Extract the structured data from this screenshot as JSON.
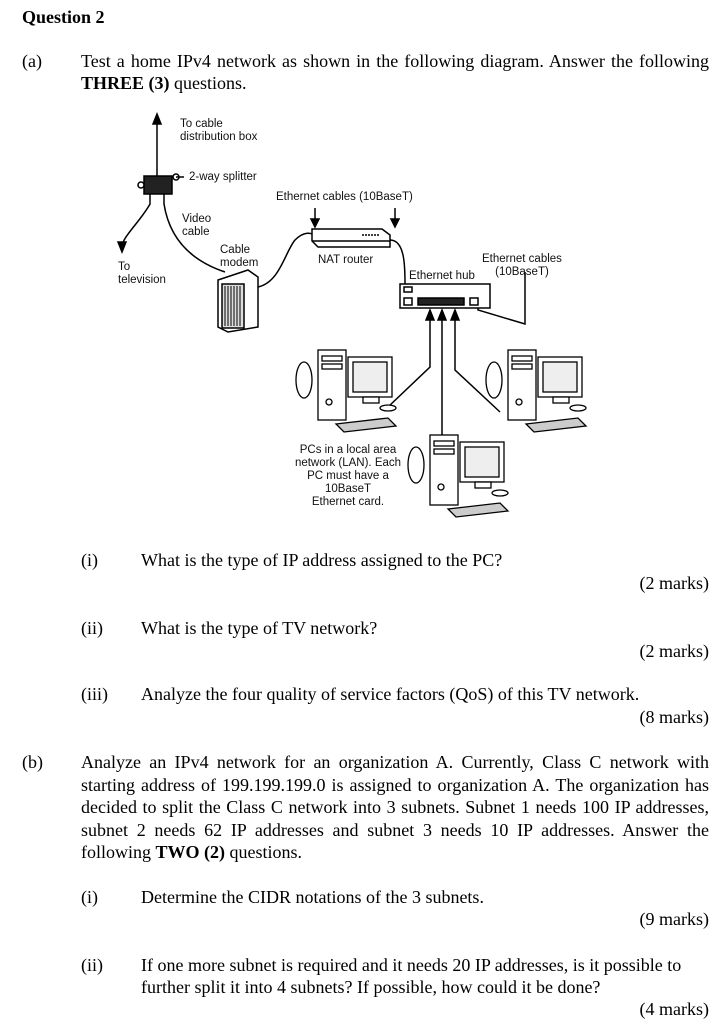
{
  "question_title": "Question 2",
  "part_a": {
    "label": "(a)",
    "intro_1": "Test a home IPv4 network as shown in the following diagram. Answer the following ",
    "intro_bold": "THREE (3)",
    "intro_2": " questions.",
    "diagram": {
      "to_cable_box": "To cable",
      "to_cable_box_2": "distribution box",
      "splitter": "2-way splitter",
      "video_cable": "Video",
      "video_cable_2": "cable",
      "cable_modem": "Cable",
      "cable_modem_2": "modem",
      "to_tv": "To",
      "to_tv_2": "television",
      "eth_cables_top": "Ethernet cables (10BaseT)",
      "nat_router": "NAT router",
      "eth_hub": "Ethernet hub",
      "eth_cables_right": "Ethernet cables",
      "eth_cables_right_2": "(10BaseT)",
      "pcs_lines": [
        "PCs in a local area",
        "network (LAN). Each",
        "PC must have a",
        "10BaseT",
        "Ethernet card."
      ]
    },
    "questions": [
      {
        "num": "(i)",
        "text": "What is the type of IP address assigned to the PC?",
        "marks": "(2 marks)"
      },
      {
        "num": "(ii)",
        "text": "What is the type of TV network?",
        "marks": "(2 marks)"
      },
      {
        "num": "(iii)",
        "text": "Analyze the four quality of service factors (QoS) of this TV network.",
        "marks": "(8 marks)"
      }
    ]
  },
  "part_b": {
    "label": "(b)",
    "intro_1": "Analyze an IPv4 network for an organization A. Currently, Class C network with starting address of 199.199.199.0 is assigned to organization A. The organization has decided to split the Class C network into 3 subnets. Subnet 1 needs 100 IP addresses, subnet 2 needs 62 IP addresses and subnet 3 needs 10 IP addresses. Answer the following ",
    "intro_bold": "TWO (2)",
    "intro_2": " questions.",
    "questions": [
      {
        "num": "(i)",
        "text": "Determine the CIDR notations of the 3 subnets.",
        "marks": "(9 marks)"
      },
      {
        "num": "(ii)",
        "text": "If one more subnet is required and it needs 20 IP addresses, is it possible to further split it into 4 subnets? If possible, how could it be done?",
        "marks": "(4 marks)"
      }
    ]
  }
}
